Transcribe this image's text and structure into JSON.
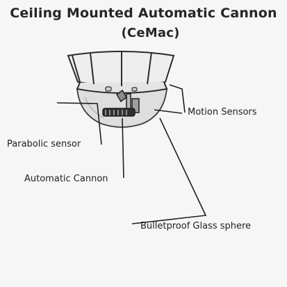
{
  "title": "Ceiling Mounted Automatic Cannon",
  "subtitle": "(CeMac)",
  "labels": {
    "motion_sensors": "Motion Sensors",
    "parabolic_sensor": "Parabolic sensor",
    "automatic_cannon": "Automatic Cannon",
    "glass_sphere": "Bulletproof Glass sphere"
  },
  "colors": {
    "background": "#f6f6f6",
    "ink": "#1e1e1e",
    "glass": "#dcdcdc"
  }
}
